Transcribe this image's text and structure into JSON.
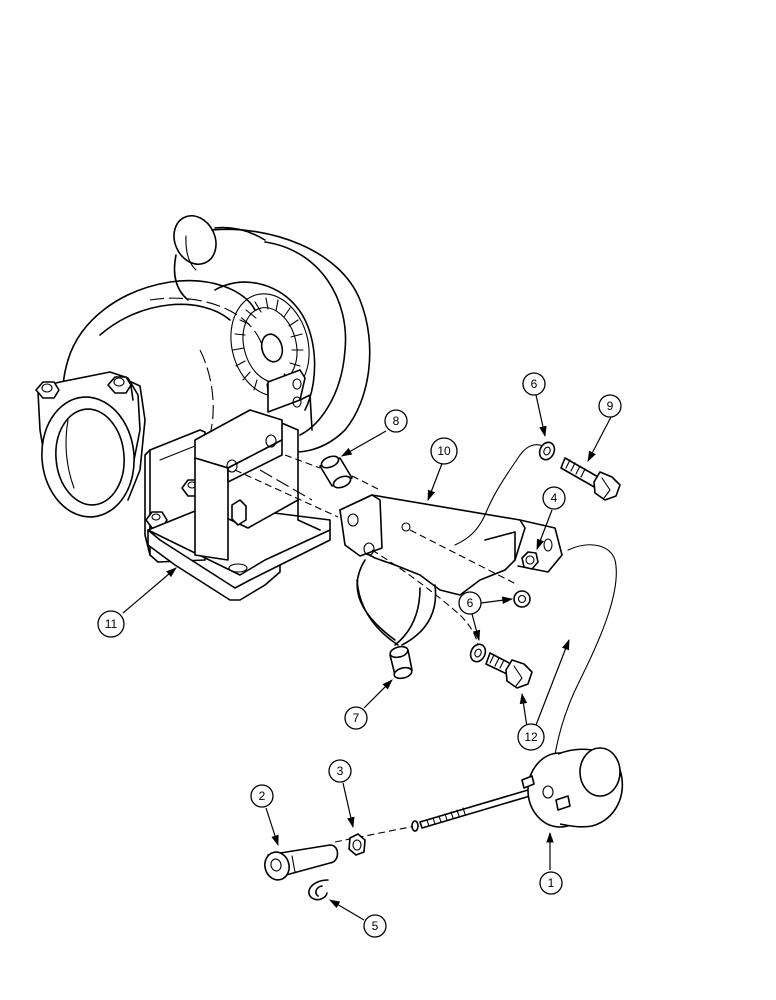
{
  "diagram": {
    "callouts": [
      {
        "id": "1",
        "label": "1"
      },
      {
        "id": "2",
        "label": "2"
      },
      {
        "id": "3",
        "label": "3"
      },
      {
        "id": "4",
        "label": "4"
      },
      {
        "id": "5",
        "label": "5"
      },
      {
        "id": "6a",
        "label": "6"
      },
      {
        "id": "6b",
        "label": "6"
      },
      {
        "id": "7",
        "label": "7"
      },
      {
        "id": "8",
        "label": "8"
      },
      {
        "id": "9",
        "label": "9"
      },
      {
        "id": "10",
        "label": "10"
      },
      {
        "id": "11",
        "label": "11"
      },
      {
        "id": "12",
        "label": "12"
      }
    ]
  }
}
